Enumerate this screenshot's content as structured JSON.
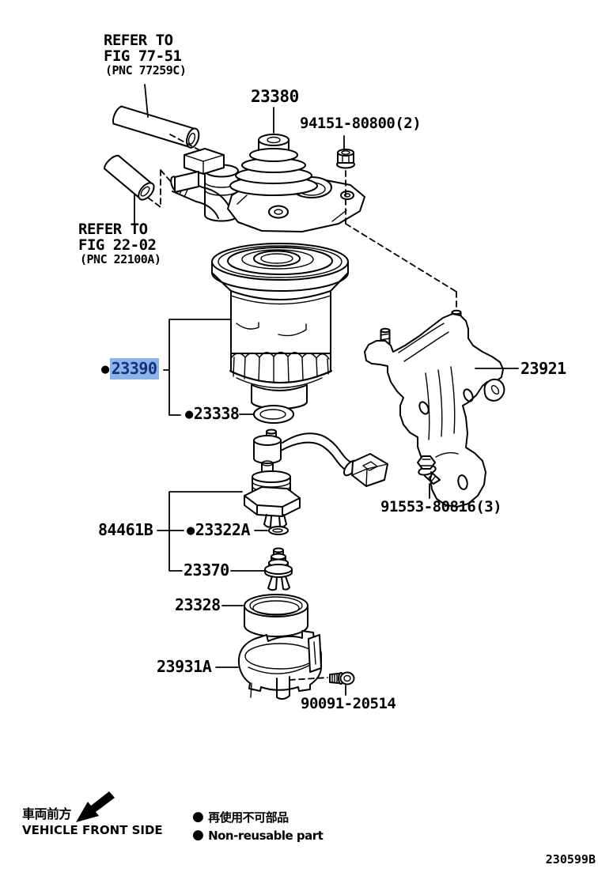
{
  "doc": {
    "code": "230599B",
    "background": "#ffffff",
    "line_color": "#000000"
  },
  "highlight": {
    "bg": "#8CB4E8",
    "text_color": "#15307C"
  },
  "icons": {
    "bullet": "●",
    "front_arrow": "arrow-down-left"
  },
  "refer_notes": [
    {
      "line1": "REFER TO",
      "line2": "FIG 77-51",
      "line3": "(PNC 77259C)"
    },
    {
      "line1": "REFER TO",
      "line2": "FIG 22-02",
      "line3": "(PNC 22100A)"
    }
  ],
  "parts": {
    "p23380": {
      "number": "23380"
    },
    "p94151": {
      "number": "94151-80800(2)"
    },
    "p23390": {
      "number": "23390",
      "non_reusable": true,
      "highlighted": true
    },
    "p23338": {
      "number": "23338",
      "non_reusable": true
    },
    "p23921": {
      "number": "23921"
    },
    "p91553": {
      "number": "91553-80816(3)"
    },
    "p84461B": {
      "number": "84461B"
    },
    "p23322A": {
      "number": "23322A",
      "non_reusable": true
    },
    "p23370": {
      "number": "23370"
    },
    "p23328": {
      "number": "23328"
    },
    "p23931A": {
      "number": "23931A"
    },
    "p90091": {
      "number": "90091-20514"
    }
  },
  "footer": {
    "front_jp": "車両前方",
    "front_en": "VEHICLE FRONT SIDE",
    "legend_jp": "再使用不可部品",
    "legend_en": "Non-reusable part"
  }
}
